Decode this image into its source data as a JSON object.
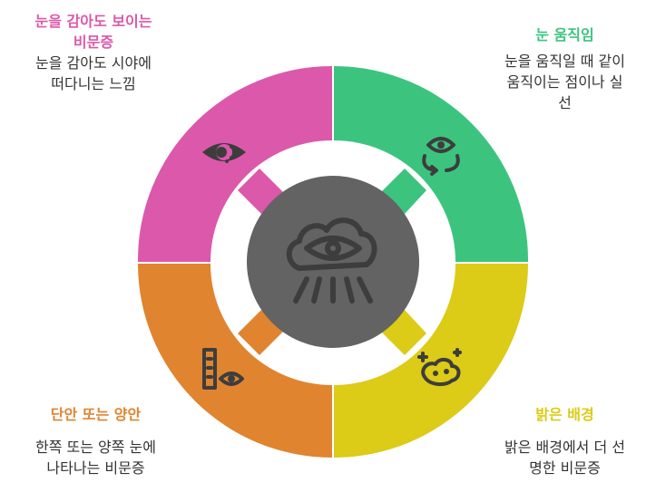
{
  "colors": {
    "top_left": "#dc58aa",
    "top_right": "#3cc47f",
    "bottom_right": "#dccb17",
    "bottom_left": "#e08430",
    "center": "#636363",
    "icon": "#3d3d3d"
  },
  "center": {
    "icon": "eye-cloud-rays-icon"
  },
  "segments": [
    {
      "id": "top_left",
      "title": "눈을 감아도 보이는\n비문증",
      "description": "눈을 감아도 시야에\n떠다니는 느낌",
      "icon": "eye-dotted-icon"
    },
    {
      "id": "top_right",
      "title": "눈 움직임",
      "description": "눈을 움직일 때 같이\n움직이는 점이나 실\n선",
      "icon": "eye-rotate-icon"
    },
    {
      "id": "bottom_right",
      "title": "밝은 배경",
      "description": "밝은 배경에서 더 선\n명한 비문증",
      "icon": "sparkle-cloud-icon"
    },
    {
      "id": "bottom_left",
      "title": "단안 또는 양안",
      "description": "한쪽 또는 양쪽 눈에\n나타나는 비문증",
      "icon": "eye-chart-icon"
    }
  ]
}
